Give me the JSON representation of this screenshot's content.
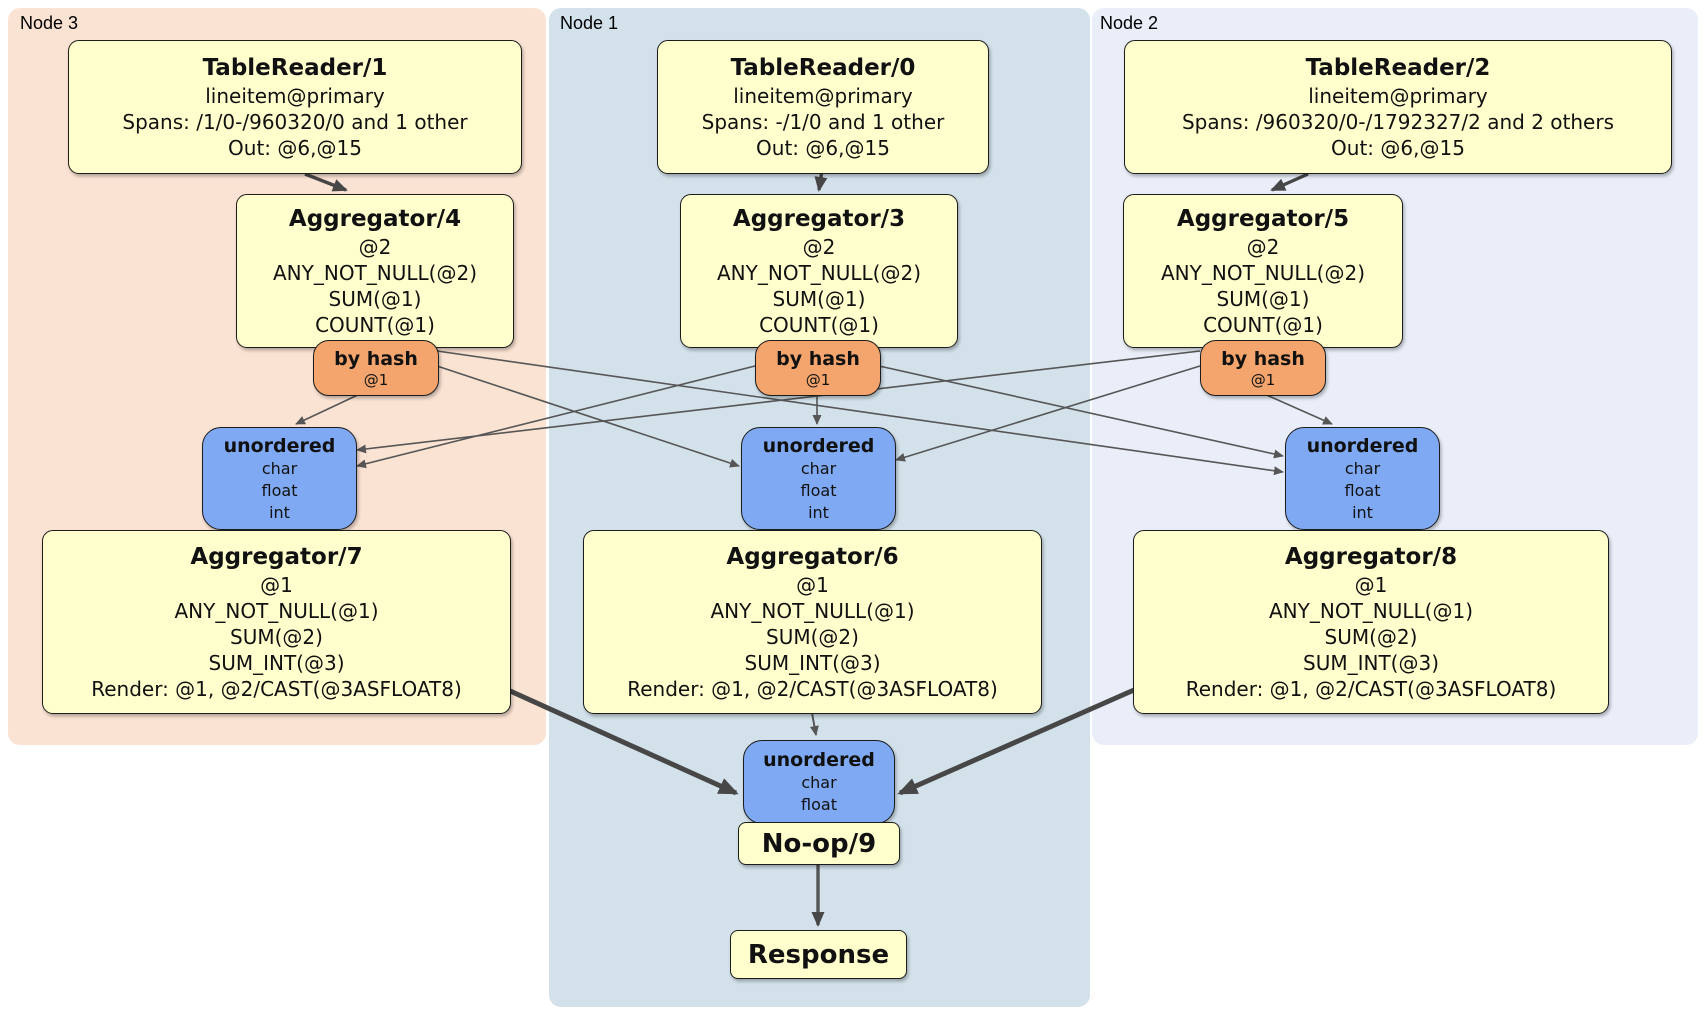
{
  "regions": {
    "node3": {
      "label": "Node 3",
      "bg": "#fbe3d3"
    },
    "node1": {
      "label": "Node 1",
      "bg": "#d2e1ea"
    },
    "node2": {
      "label": "Node 2",
      "bg": "#e9eef9"
    }
  },
  "processors": {
    "tablereader1": {
      "title": "TableReader/1",
      "lines": [
        "lineitem@primary",
        "Spans: /1/0-/960320/0 and 1 other",
        "Out: @6,@15"
      ]
    },
    "tablereader0": {
      "title": "TableReader/0",
      "lines": [
        "lineitem@primary",
        "Spans: -/1/0 and 1 other",
        "Out: @6,@15"
      ]
    },
    "tablereader2": {
      "title": "TableReader/2",
      "lines": [
        "lineitem@primary",
        "Spans: /960320/0-/1792327/2 and 2 others",
        "Out: @6,@15"
      ]
    },
    "aggregator4": {
      "title": "Aggregator/4",
      "lines": [
        "@2",
        "ANY_NOT_NULL(@2)",
        "SUM(@1)",
        "COUNT(@1)"
      ]
    },
    "aggregator3": {
      "title": "Aggregator/3",
      "lines": [
        "@2",
        "ANY_NOT_NULL(@2)",
        "SUM(@1)",
        "COUNT(@1)"
      ]
    },
    "aggregator5": {
      "title": "Aggregator/5",
      "lines": [
        "@2",
        "ANY_NOT_NULL(@2)",
        "SUM(@1)",
        "COUNT(@1)"
      ]
    },
    "aggregator7": {
      "title": "Aggregator/7",
      "lines": [
        "@1",
        "ANY_NOT_NULL(@1)",
        "SUM(@2)",
        "SUM_INT(@3)",
        "Render: @1, @2/CAST(@3ASFLOAT8)"
      ]
    },
    "aggregator6": {
      "title": "Aggregator/6",
      "lines": [
        "@1",
        "ANY_NOT_NULL(@1)",
        "SUM(@2)",
        "SUM_INT(@3)",
        "Render: @1, @2/CAST(@3ASFLOAT8)"
      ]
    },
    "aggregator8": {
      "title": "Aggregator/8",
      "lines": [
        "@1",
        "ANY_NOT_NULL(@1)",
        "SUM(@2)",
        "SUM_INT(@3)",
        "Render: @1, @2/CAST(@3ASFLOAT8)"
      ]
    },
    "noop9": {
      "title": "No-op/9"
    },
    "response": {
      "title": "Response"
    }
  },
  "routers": {
    "hash4": {
      "title": "by hash",
      "line": "@1"
    },
    "hash3": {
      "title": "by hash",
      "line": "@1"
    },
    "hash5": {
      "title": "by hash",
      "line": "@1"
    }
  },
  "syncs": {
    "mid3": {
      "title": "unordered",
      "lines": [
        "char",
        "float",
        "int"
      ]
    },
    "mid1": {
      "title": "unordered",
      "lines": [
        "char",
        "float",
        "int"
      ]
    },
    "mid2": {
      "title": "unordered",
      "lines": [
        "char",
        "float",
        "int"
      ]
    },
    "final": {
      "title": "unordered",
      "lines": [
        "char",
        "float"
      ]
    }
  },
  "edges": [
    {
      "from": "TableReader/1",
      "to": "Aggregator/4"
    },
    {
      "from": "TableReader/0",
      "to": "Aggregator/3"
    },
    {
      "from": "TableReader/2",
      "to": "Aggregator/5"
    },
    {
      "from": "by hash (Aggregator/4)",
      "to": "unordered (Node 3)"
    },
    {
      "from": "by hash (Aggregator/4)",
      "to": "unordered (Node 1)"
    },
    {
      "from": "by hash (Aggregator/4)",
      "to": "unordered (Node 2)"
    },
    {
      "from": "by hash (Aggregator/3)",
      "to": "unordered (Node 3)"
    },
    {
      "from": "by hash (Aggregator/3)",
      "to": "unordered (Node 1)"
    },
    {
      "from": "by hash (Aggregator/3)",
      "to": "unordered (Node 2)"
    },
    {
      "from": "by hash (Aggregator/5)",
      "to": "unordered (Node 3)"
    },
    {
      "from": "by hash (Aggregator/5)",
      "to": "unordered (Node 1)"
    },
    {
      "from": "by hash (Aggregator/5)",
      "to": "unordered (Node 2)"
    },
    {
      "from": "Aggregator/7",
      "to": "unordered (final)"
    },
    {
      "from": "Aggregator/6",
      "to": "unordered (final)"
    },
    {
      "from": "Aggregator/8",
      "to": "unordered (final)"
    },
    {
      "from": "No-op/9",
      "to": "Response"
    }
  ],
  "colors": {
    "processor_box": "#ffffcd",
    "router_box": "#f4a56d",
    "sync_box": "#7fa9f2",
    "region_node3": "#fbe3d3",
    "region_node1": "#d2e1ea",
    "region_node2": "#e9eef9",
    "edge_thin": "#565656",
    "edge_thick": "#474747"
  }
}
